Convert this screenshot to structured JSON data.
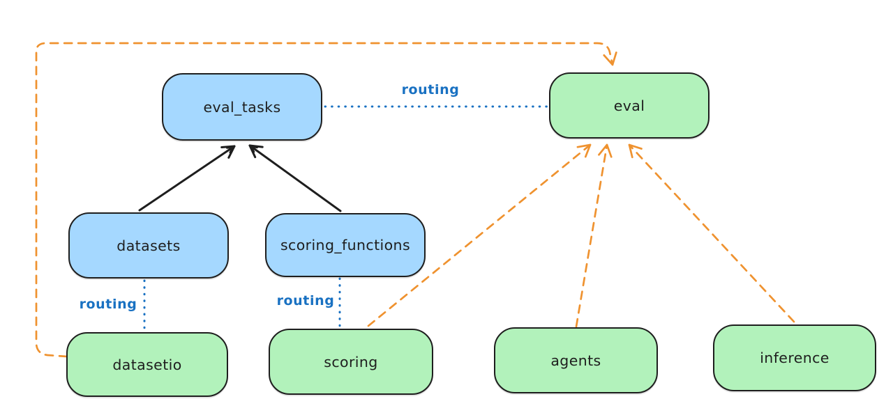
{
  "colors": {
    "background": "#ffffff",
    "stroke": "#1e1e1e",
    "blue_node_fill": "#a5d8ff",
    "green_node_fill": "#b2f2bb",
    "routing_blue": "#1971c2",
    "arrow_orange": "#ef922f"
  },
  "nodes": {
    "eval_tasks": {
      "label": "eval_tasks",
      "color": "blue"
    },
    "eval": {
      "label": "eval",
      "color": "green"
    },
    "datasets": {
      "label": "datasets",
      "color": "blue"
    },
    "scoring_functions": {
      "label": "scoring_functions",
      "color": "blue"
    },
    "datasetio": {
      "label": "datasetio",
      "color": "green"
    },
    "scoring": {
      "label": "scoring",
      "color": "green"
    },
    "agents": {
      "label": "agents",
      "color": "green"
    },
    "inference": {
      "label": "inference",
      "color": "green"
    }
  },
  "edge_labels": {
    "eval_tasks_to_eval": "routing",
    "datasets_to_datasetio": "routing",
    "scoring_functions_to_scoring": "routing"
  },
  "edges": [
    {
      "from": "datasets",
      "to": "eval_tasks",
      "style": "solid-black-arrow"
    },
    {
      "from": "scoring_functions",
      "to": "eval_tasks",
      "style": "solid-black-arrow"
    },
    {
      "from": "eval_tasks",
      "to": "eval",
      "style": "dotted-blue",
      "label": "routing"
    },
    {
      "from": "datasets",
      "to": "datasetio",
      "style": "dotted-blue",
      "label": "routing"
    },
    {
      "from": "scoring_functions",
      "to": "scoring",
      "style": "dotted-blue",
      "label": "routing"
    },
    {
      "from": "datasetio",
      "to": "eval",
      "style": "dashed-orange-arrow"
    },
    {
      "from": "scoring",
      "to": "eval",
      "style": "dashed-orange-arrow"
    },
    {
      "from": "agents",
      "to": "eval",
      "style": "dashed-orange-arrow"
    },
    {
      "from": "inference",
      "to": "eval",
      "style": "dashed-orange-arrow"
    }
  ]
}
